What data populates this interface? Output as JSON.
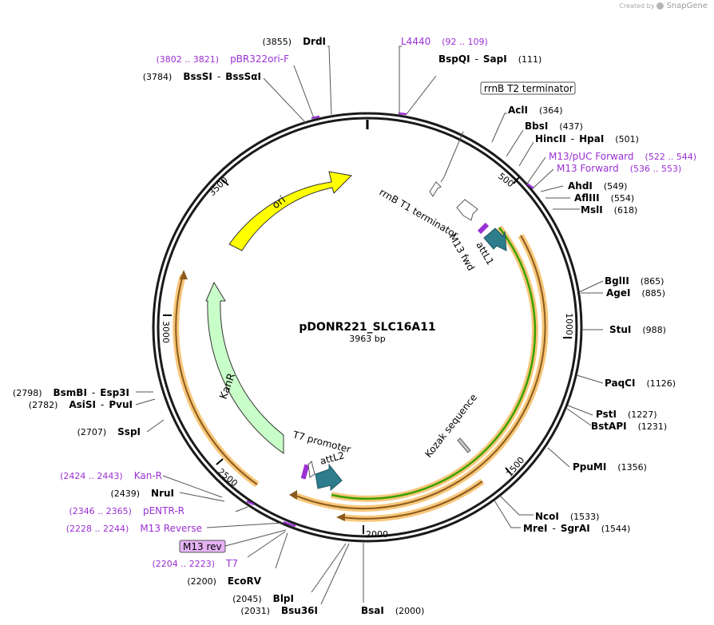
{
  "credit": {
    "prefix": "Created by",
    "brand": "SnapGene"
  },
  "plasmid": {
    "name": "pDONR221_SLC16A11",
    "length_text": "3963 bp",
    "length": 3963
  },
  "ticks": [
    "500",
    "1000",
    "1500",
    "2000",
    "2500",
    "3000",
    "3500"
  ],
  "sites_right": [
    {
      "name": "L4440",
      "pos": "(92 .. 109)",
      "kind": "primer"
    },
    {
      "name": "BspQI",
      "name2": "SapI",
      "pos": "(111)"
    },
    {
      "name": "rrnB T2 terminator",
      "kind": "boxed"
    },
    {
      "name": "AclI",
      "pos": "(364)"
    },
    {
      "name": "BbsI",
      "pos": "(437)"
    },
    {
      "name": "HincII",
      "name2": "HpaI",
      "pos": "(501)"
    },
    {
      "name": "M13/pUC Forward",
      "pos": "(522 .. 544)",
      "kind": "primer"
    },
    {
      "name": "M13 Forward",
      "pos": "(536 .. 553)",
      "kind": "primer"
    },
    {
      "name": "AhdI",
      "pos": "(549)"
    },
    {
      "name": "AflIII",
      "pos": "(554)"
    },
    {
      "name": "MslI",
      "pos": "(618)"
    },
    {
      "name": "BglII",
      "pos": "(865)"
    },
    {
      "name": "AgeI",
      "pos": "(885)"
    },
    {
      "name": "StuI",
      "pos": "(988)"
    },
    {
      "name": "PaqCI",
      "pos": "(1126)"
    },
    {
      "name": "PstI",
      "pos": "(1227)"
    },
    {
      "name": "BstAPI",
      "pos": "(1231)"
    },
    {
      "name": "PpuMI",
      "pos": "(1356)"
    },
    {
      "name": "NcoI",
      "pos": "(1533)"
    },
    {
      "name": "MreI",
      "name2": "SgrAI",
      "pos": "(1544)"
    },
    {
      "name": "BsaI",
      "pos": "(2000)"
    }
  ],
  "sites_left": [
    {
      "name": "DrdI",
      "pos": "(3855)"
    },
    {
      "name": "pBR322ori-F",
      "pos": "(3802 .. 3821)",
      "kind": "primer"
    },
    {
      "name": "BssSI",
      "name2": "BssSαI",
      "pos": "(3784)"
    },
    {
      "name": "BsmBI",
      "name2": "Esp3I",
      "pos": "(2798)"
    },
    {
      "name": "AsiSI",
      "name2": "PvuI",
      "pos": "(2782)"
    },
    {
      "name": "SspI",
      "pos": "(2707)"
    },
    {
      "name": "Kan-R",
      "pos": "(2424 .. 2443)",
      "kind": "primer"
    },
    {
      "name": "NruI",
      "pos": "(2439)"
    },
    {
      "name": "pENTR-R",
      "pos": "(2346 .. 2365)",
      "kind": "primer"
    },
    {
      "name": "M13 Reverse",
      "pos": "(2228 .. 2244)",
      "kind": "primer"
    },
    {
      "name": "M13 rev",
      "kind": "boxed-primer"
    },
    {
      "name": "T7",
      "pos": "(2204 .. 2223)",
      "kind": "primer"
    },
    {
      "name": "EcoRV",
      "pos": "(2200)"
    },
    {
      "name": "BlpI",
      "pos": "(2045)"
    },
    {
      "name": "Bsu36I",
      "pos": "(2031)"
    }
  ],
  "features": {
    "ori": "ori",
    "kanr": "KanR",
    "rrnb_t1": "rrnB T1 terminator",
    "m13_fwd": "M13 fwd",
    "attl1": "attL1",
    "t7_promoter": "T7 promoter",
    "attl2": "attL2",
    "kozak": "Kozak sequence"
  },
  "colors": {
    "backbone": "#1a1a1a",
    "ori": "#ffff00",
    "kanr": "#c8ffc8",
    "orf_green": "#3aa000",
    "orf_orange_glow": "#f7c77a",
    "orf_brown": "#8a5a1e",
    "att": "#2e7d8c",
    "primer": "#9b30d4"
  }
}
